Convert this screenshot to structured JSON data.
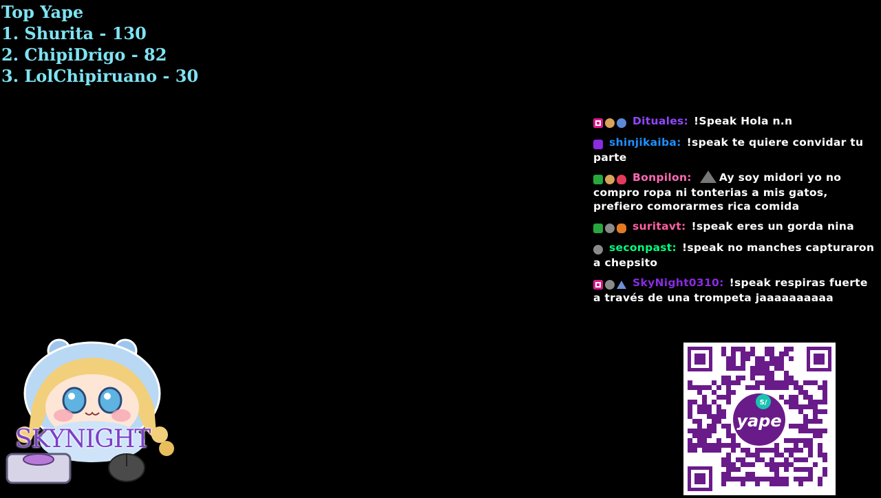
{
  "leaderboard": {
    "title": "Top Yape",
    "entries": [
      "1. Shurita - 130",
      "2. ChipiDrigo - 82",
      "3. LolChipiruano - 30"
    ]
  },
  "chat": {
    "messages": [
      {
        "user": "Dituales:",
        "user_color": "#9146ff",
        "text": "!Speak Hola n.n"
      },
      {
        "user": "shinjikaiba:",
        "user_color": "#1e90ff",
        "text": "!speak te quiere convidar tu parte"
      },
      {
        "user": "Bonpilon:",
        "user_color": "#ff69b4",
        "text": "Ay soy midori yo no compro ropa ni tonterias a mis gatos, prefiero comorarmes rica comida"
      },
      {
        "user": "suritavt:",
        "user_color": "#ff5fa2",
        "text": "!speak eres un gorda nina"
      },
      {
        "user": "seconpast:",
        "user_color": "#00ff7f",
        "text": "!speak no manches capturaron a chepsito"
      },
      {
        "user": "SkyNight0310:",
        "user_color": "#8a2be2",
        "text": "!speak respiras fuerte a través de una trompeta jaaaaaaaaaa"
      }
    ]
  },
  "avatar": {
    "name": "SKYNIGHT"
  },
  "qr": {
    "brand": "yape",
    "currency_badge": "S/"
  },
  "colors": {
    "background": "#000000",
    "leaderboard_text": "#7fe3f2",
    "qr_purple": "#6a1b8a"
  }
}
